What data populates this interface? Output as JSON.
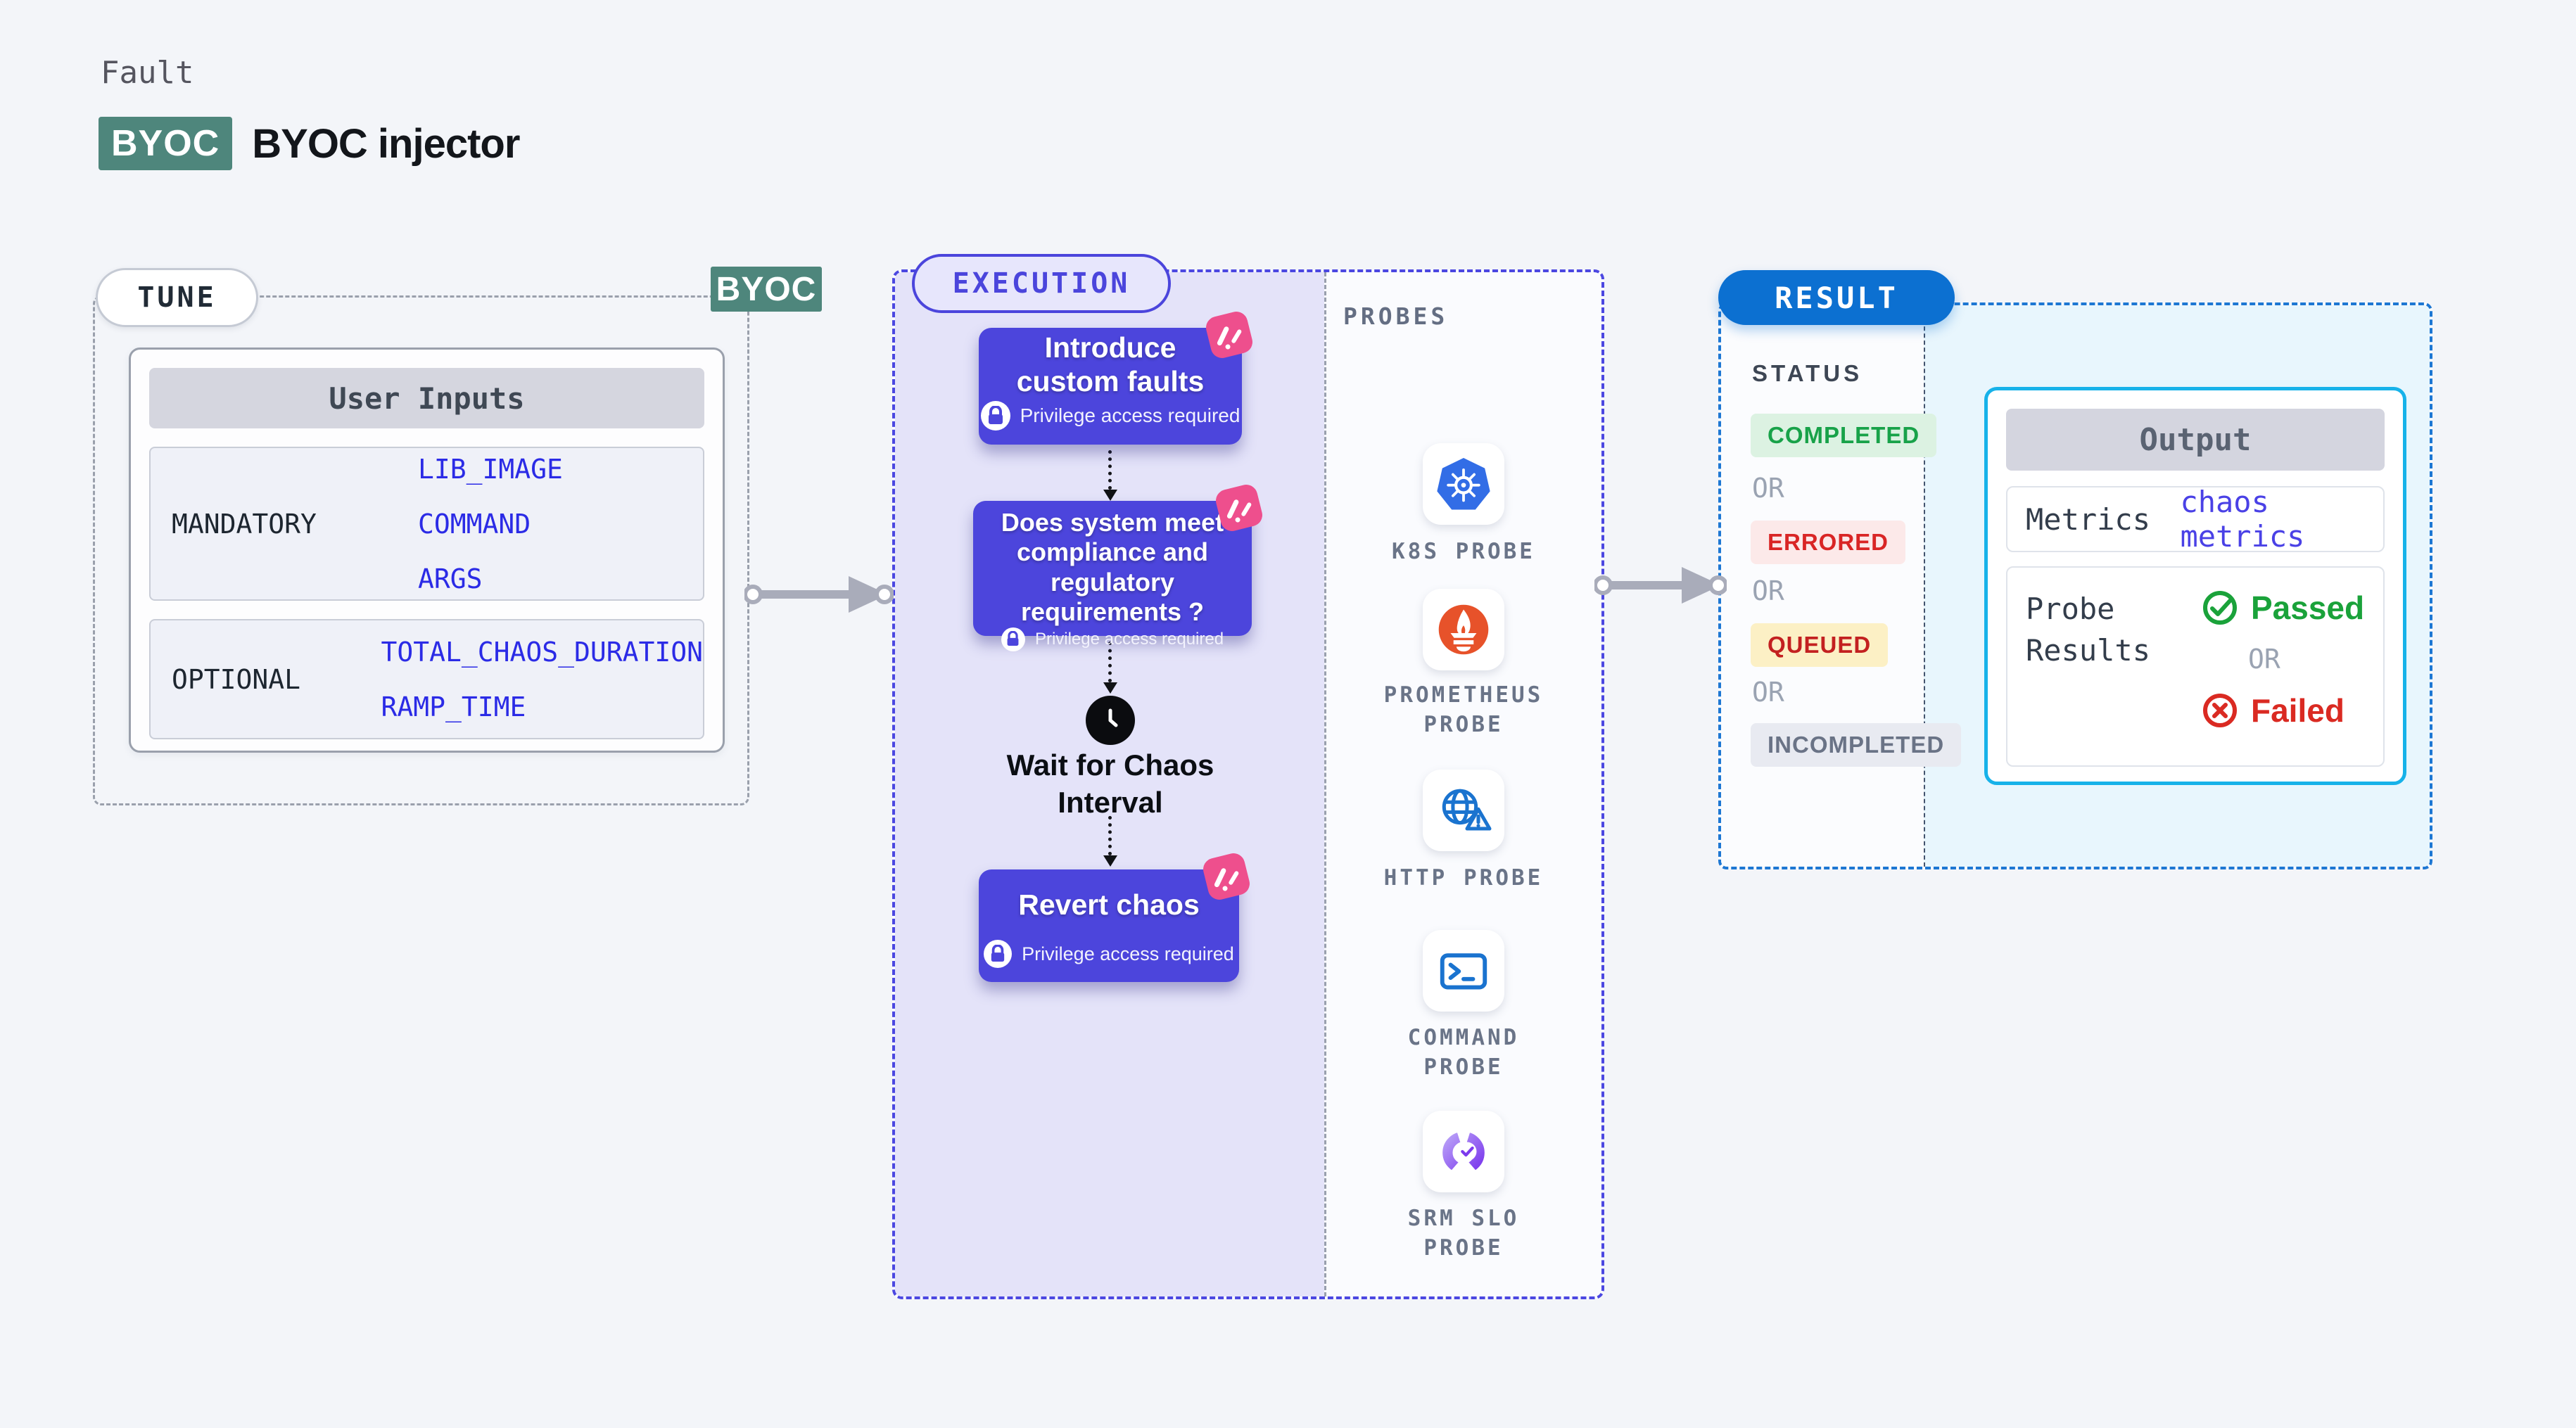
{
  "header": {
    "eyebrow": "Fault",
    "badge": "BYOC",
    "title": "BYOC injector",
    "badge_color": "#4e867c"
  },
  "tune": {
    "label": "TUNE",
    "byoc_tag": "BYOC",
    "card_header": "User Inputs",
    "rows": [
      {
        "label": "MANDATORY",
        "values": [
          "LIB_IMAGE",
          "COMMAND",
          "ARGS"
        ]
      },
      {
        "label": "OPTIONAL",
        "values": [
          "TOTAL_CHAOS_DURATION",
          "RAMP_TIME"
        ]
      }
    ],
    "value_color": "#2b2be6"
  },
  "execution": {
    "label": "EXECUTION",
    "panel_color": "#e4e3f9",
    "node_color": "#4c45dc",
    "nodes": [
      {
        "title": "Introduce custom faults",
        "badge": "Privilege access required"
      },
      {
        "title": "Does system meet compliance and regulatory requirements ?",
        "badge": "Privilege access required"
      },
      {
        "title": "Revert chaos",
        "badge": "Privilege access required"
      }
    ],
    "wait_label": "Wait for Chaos Interval"
  },
  "probes": {
    "label": "PROBES",
    "items": [
      {
        "name": "K8S PROBE",
        "icon": "kubernetes-icon",
        "color": "#326de6"
      },
      {
        "name": "PROMETHEUS PROBE",
        "icon": "prometheus-icon",
        "color": "#e7522a"
      },
      {
        "name": "HTTP PROBE",
        "icon": "http-globe-icon",
        "color": "#1a73cf"
      },
      {
        "name": "COMMAND PROBE",
        "icon": "terminal-icon",
        "color": "#1a73cf"
      },
      {
        "name": "SRM SLO PROBE",
        "icon": "srm-slo-icon",
        "color": "#7c3aed"
      }
    ]
  },
  "result": {
    "label": "RESULT",
    "pill_color": "#0c70d1",
    "status_heading": "STATUS",
    "or_label": "OR",
    "statuses": [
      {
        "label": "COMPLETED",
        "fg": "#18a249",
        "bg": "#dcf2e2"
      },
      {
        "label": "ERRORED",
        "fg": "#d92525",
        "bg": "#fce9e9"
      },
      {
        "label": "QUEUED",
        "fg": "#c32020",
        "bg": "#fcf0c5"
      },
      {
        "label": "INCOMPLETED",
        "fg": "#6a7386",
        "bg": "#e8eaf1"
      }
    ],
    "output": {
      "header": "Output",
      "metrics_label": "Metrics",
      "metrics_value": "chaos metrics",
      "probe_results_label": "Probe Results",
      "passed": "Passed",
      "or": "OR",
      "failed": "Failed",
      "passed_color": "#1aa23a",
      "failed_color": "#da2a22",
      "border_color": "#17b2e9"
    }
  }
}
